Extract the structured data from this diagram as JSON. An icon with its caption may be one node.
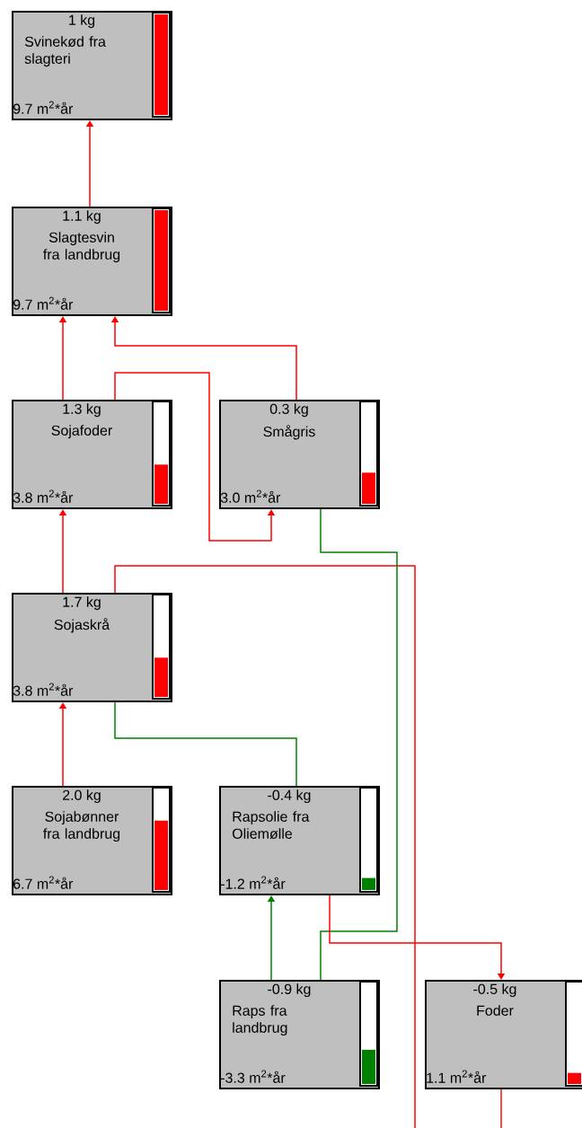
{
  "diagram": {
    "nodes": [
      {
        "text": [
          "1 kg",
          "Svinekød fra slagteri",
          "9.7 m$^{2}$*år"
        ]
      },
      {
        "text": [
          "1.1 kg",
          "Slagtesvin fra landbrug",
          "9.7 m$^{2}$*år"
        ]
      },
      {
        "text": [
          "1.3 kg",
          "Sojafoder",
          "3.8 m$^{2}$*år"
        ]
      },
      {
        "text": [
          "0.3 kg",
          "Smågris",
          "3.0 m$^{2}$*år"
        ]
      },
      {
        "text": [
          "1.7 kg",
          "Sojaskrå",
          "3.8 m$^{2}$*år"
        ]
      },
      {
        "text": [
          "2.0 kg",
          "Sojabønner fra landbrug",
          "6.7 m$^{2}$*år"
        ]
      },
      {
        "text": [
          "-0.4 kg",
          "Rapsolie fra Oliemølle",
          "-1.2 m$^{2}$*år"
        ]
      },
      {
        "text": [
          "-0.9 kg",
          "Raps fra landbrug",
          "-3.3 m$^{2}$*år"
        ]
      },
      {
        "text": [
          "-0.5 kg",
          "Foder",
          "1.1 m$^{2}$*år"
        ]
      }
    ],
    "edges": [
      {
        "from": 1,
        "to": 0,
        "arrow": "to"
      },
      {
        "from": 2,
        "to": 1,
        "arrow": "to"
      },
      {
        "from": 3,
        "to": 1,
        "arrow": "to"
      },
      {
        "from": 2,
        "to": 3,
        "arrow": "to"
      },
      {
        "from": 4,
        "to": 2,
        "arrow": "to"
      },
      {
        "from": 4,
        "to": null,
        "arrow": "none"
      },
      {
        "from": 4,
        "to": 6,
        "arrow": "none",
        "color": "#008000"
      },
      {
        "from": 5,
        "to": 4,
        "arrow": "to"
      },
      {
        "from": 3,
        "to": 7,
        "arrow": "none",
        "color": "#008000"
      },
      {
        "from": 7,
        "to": 6,
        "arrow": "to",
        "color": "#008000"
      },
      {
        "from": 6,
        "to": 8,
        "arrow": "to"
      },
      {
        "from": 8,
        "to": null,
        "arrow": "none"
      }
    ]
  }
}
